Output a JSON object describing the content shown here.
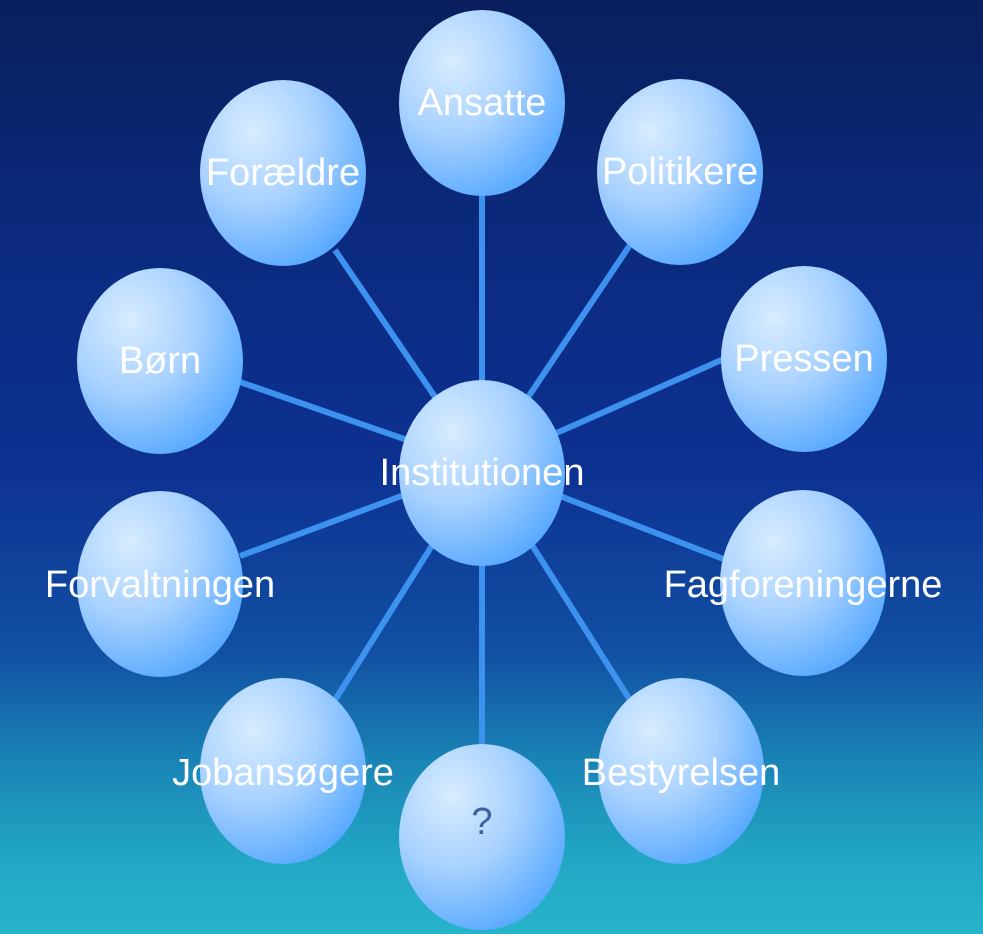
{
  "diagram": {
    "center": {
      "label": "Institutionen"
    },
    "nodes": [
      {
        "id": "ansatte",
        "label": "Ansatte"
      },
      {
        "id": "politikere",
        "label": "Politikere"
      },
      {
        "id": "pressen",
        "label": "Pressen"
      },
      {
        "id": "fagforeningerne",
        "label": "Fagforeningerne"
      },
      {
        "id": "bestyrelsen",
        "label": "Bestyrelsen"
      },
      {
        "id": "unknown",
        "label": "?"
      },
      {
        "id": "jobansogere",
        "label": "Jobansøgere"
      },
      {
        "id": "forvaltningen",
        "label": "Forvaltningen"
      },
      {
        "id": "born",
        "label": "Børn"
      },
      {
        "id": "foraeldre",
        "label": "Forældre"
      }
    ]
  },
  "colors": {
    "bubble_light": "#cfe6ff",
    "bubble_mid": "#9ccbff",
    "bubble_dark": "#4aa2ff",
    "spoke": "#3d92f0",
    "label": "#ffffff",
    "question_mark": "#3f5fa8"
  }
}
